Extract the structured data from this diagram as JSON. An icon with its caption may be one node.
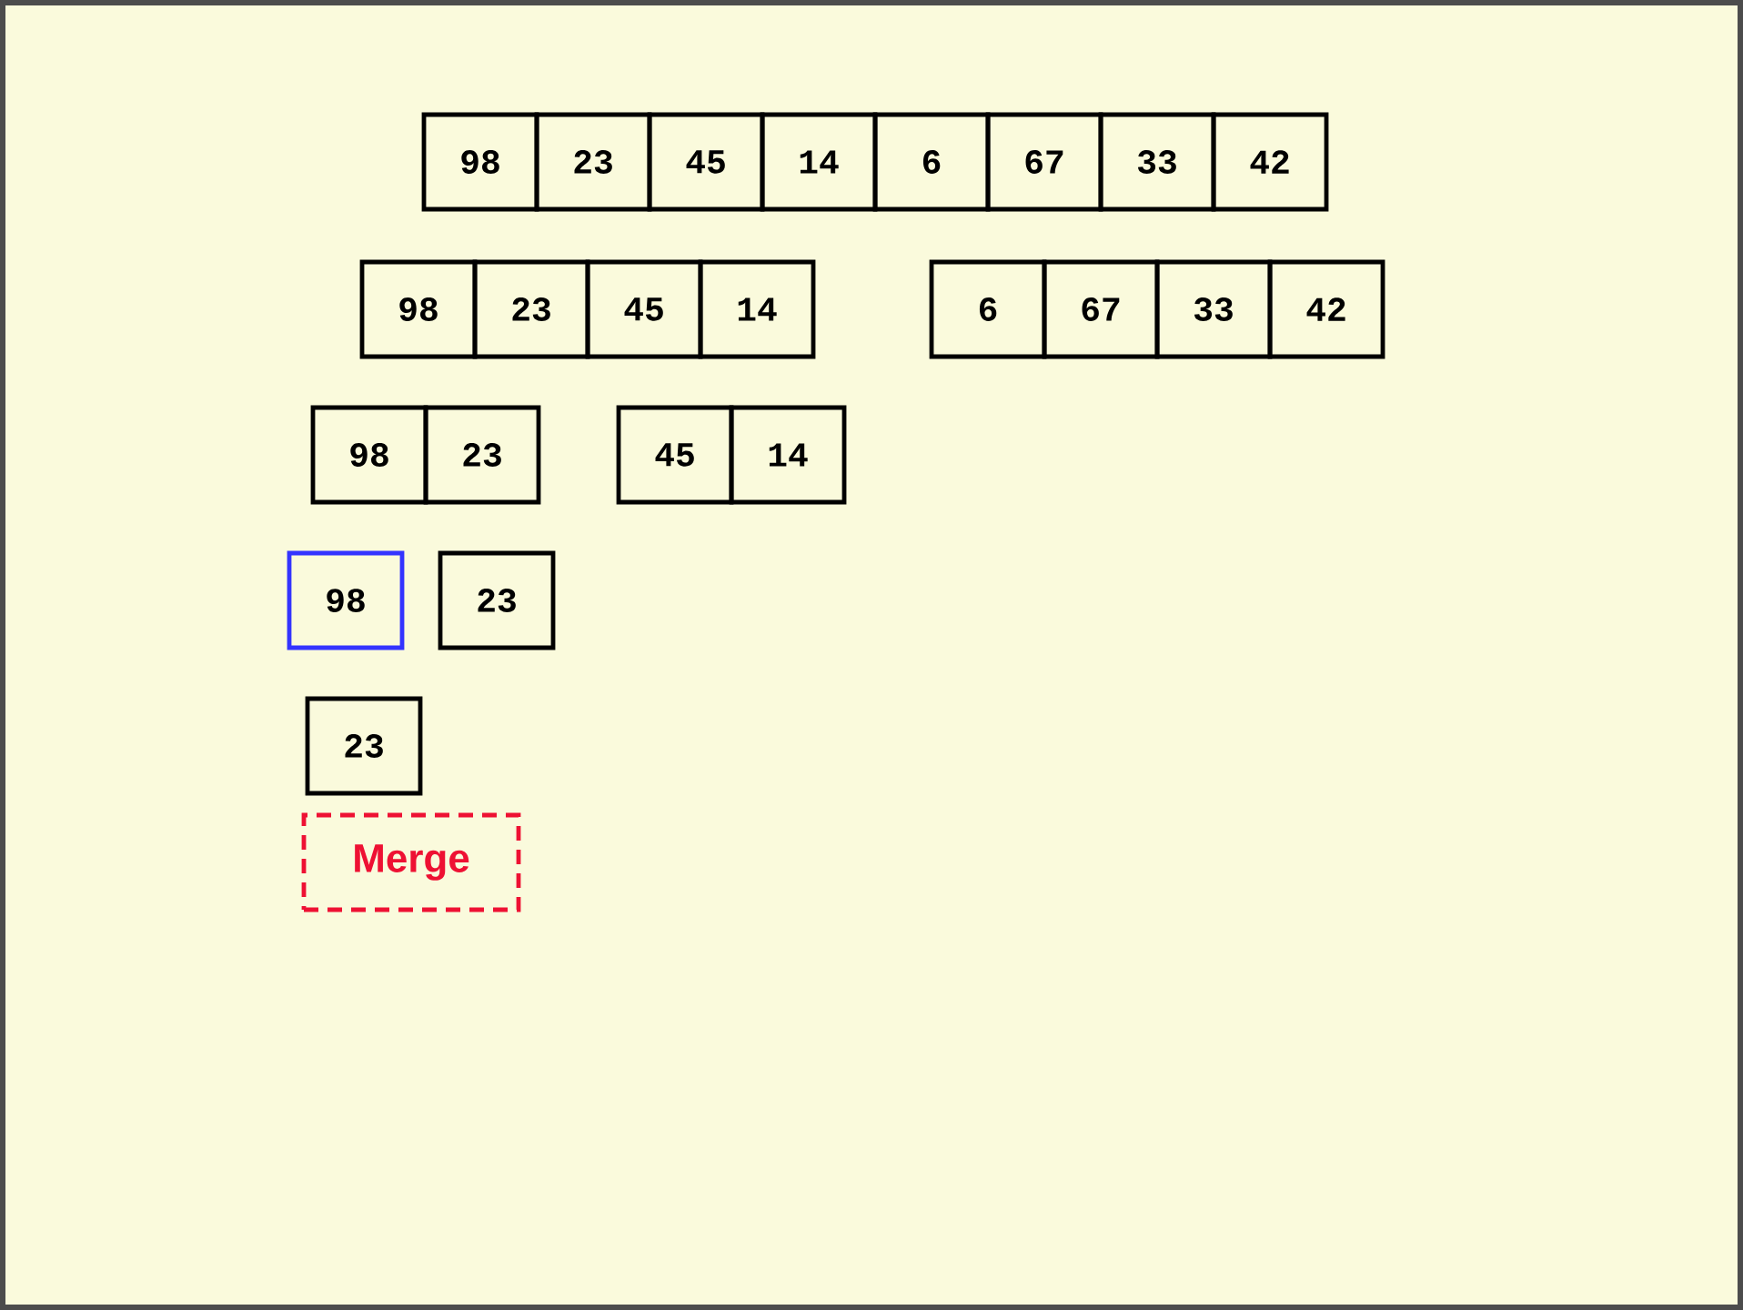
{
  "diagram": {
    "nodes": [
      {
        "text": [
          "98"
        ]
      },
      {
        "text": [
          "23"
        ]
      },
      {
        "text": [
          "45"
        ]
      },
      {
        "text": [
          "14"
        ]
      },
      {
        "text": [
          "6"
        ]
      },
      {
        "text": [
          "67"
        ]
      },
      {
        "text": [
          "33"
        ]
      },
      {
        "text": [
          "42"
        ]
      },
      {
        "text": [
          "98"
        ]
      },
      {
        "text": [
          "23"
        ]
      },
      {
        "text": [
          "45"
        ]
      },
      {
        "text": [
          "14"
        ]
      },
      {
        "text": [
          "6"
        ]
      },
      {
        "text": [
          "67"
        ]
      },
      {
        "text": [
          "33"
        ]
      },
      {
        "text": [
          "42"
        ]
      },
      {
        "text": [
          "98"
        ]
      },
      {
        "text": [
          "23"
        ]
      },
      {
        "text": [
          "45"
        ]
      },
      {
        "text": [
          "14"
        ]
      },
      {
        "text": [
          "98"
        ]
      },
      {
        "text": [
          "23"
        ]
      },
      {
        "text": [
          "23"
        ]
      },
      {
        "text": [
          "Merge"
        ]
      }
    ]
  }
}
